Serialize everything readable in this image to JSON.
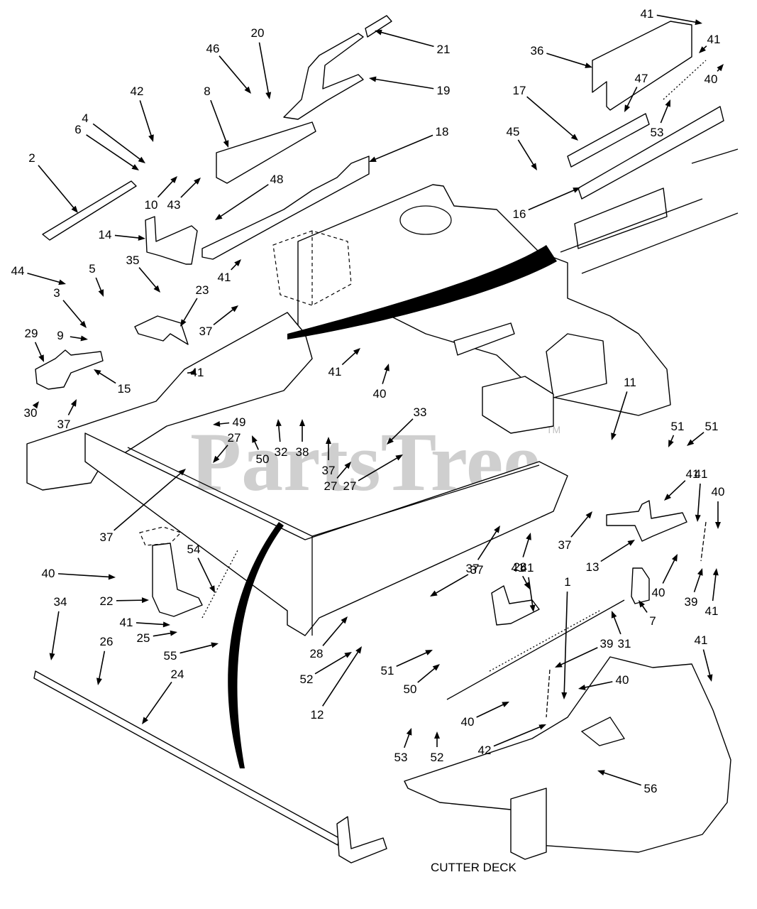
{
  "diagram": {
    "caption": "CUTTER DECK",
    "watermark": "PartsTree",
    "watermark_tm": "TM",
    "accent_color": "#000000",
    "watermark_color": "#bfbfbf",
    "callouts": [
      {
        "label": "1"
      },
      {
        "label": "2"
      },
      {
        "label": "3"
      },
      {
        "label": "4"
      },
      {
        "label": "5"
      },
      {
        "label": "6"
      },
      {
        "label": "7"
      },
      {
        "label": "8"
      },
      {
        "label": "9"
      },
      {
        "label": "10"
      },
      {
        "label": "11"
      },
      {
        "label": "12"
      },
      {
        "label": "13"
      },
      {
        "label": "14"
      },
      {
        "label": "15"
      },
      {
        "label": "16"
      },
      {
        "label": "17"
      },
      {
        "label": "18"
      },
      {
        "label": "19"
      },
      {
        "label": "20"
      },
      {
        "label": "21"
      },
      {
        "label": "22"
      },
      {
        "label": "23"
      },
      {
        "label": "24"
      },
      {
        "label": "25"
      },
      {
        "label": "26"
      },
      {
        "label": "27"
      },
      {
        "label": "27"
      },
      {
        "label": "27"
      },
      {
        "label": "28"
      },
      {
        "label": "28"
      },
      {
        "label": "29"
      },
      {
        "label": "30"
      },
      {
        "label": "31"
      },
      {
        "label": "32"
      },
      {
        "label": "33"
      },
      {
        "label": "34"
      },
      {
        "label": "35"
      },
      {
        "label": "36"
      },
      {
        "label": "37"
      },
      {
        "label": "37"
      },
      {
        "label": "37"
      },
      {
        "label": "37"
      },
      {
        "label": "37"
      },
      {
        "label": "37"
      },
      {
        "label": "37"
      },
      {
        "label": "38"
      },
      {
        "label": "39"
      },
      {
        "label": "39"
      },
      {
        "label": "40"
      },
      {
        "label": "40"
      },
      {
        "label": "40"
      },
      {
        "label": "40"
      },
      {
        "label": "40"
      },
      {
        "label": "40"
      },
      {
        "label": "40"
      },
      {
        "label": "41"
      },
      {
        "label": "41"
      },
      {
        "label": "41"
      },
      {
        "label": "41"
      },
      {
        "label": "41"
      },
      {
        "label": "41"
      },
      {
        "label": "41"
      },
      {
        "label": "41"
      },
      {
        "label": "41"
      },
      {
        "label": "41"
      },
      {
        "label": "41"
      },
      {
        "label": "41"
      },
      {
        "label": "42"
      },
      {
        "label": "42"
      },
      {
        "label": "43"
      },
      {
        "label": "44"
      },
      {
        "label": "45"
      },
      {
        "label": "46"
      },
      {
        "label": "47"
      },
      {
        "label": "48"
      },
      {
        "label": "49"
      },
      {
        "label": "50"
      },
      {
        "label": "50"
      },
      {
        "label": "51"
      },
      {
        "label": "51"
      },
      {
        "label": "51"
      },
      {
        "label": "52"
      },
      {
        "label": "52"
      },
      {
        "label": "53"
      },
      {
        "label": "53"
      },
      {
        "label": "54"
      },
      {
        "label": "55"
      },
      {
        "label": "56"
      }
    ]
  }
}
